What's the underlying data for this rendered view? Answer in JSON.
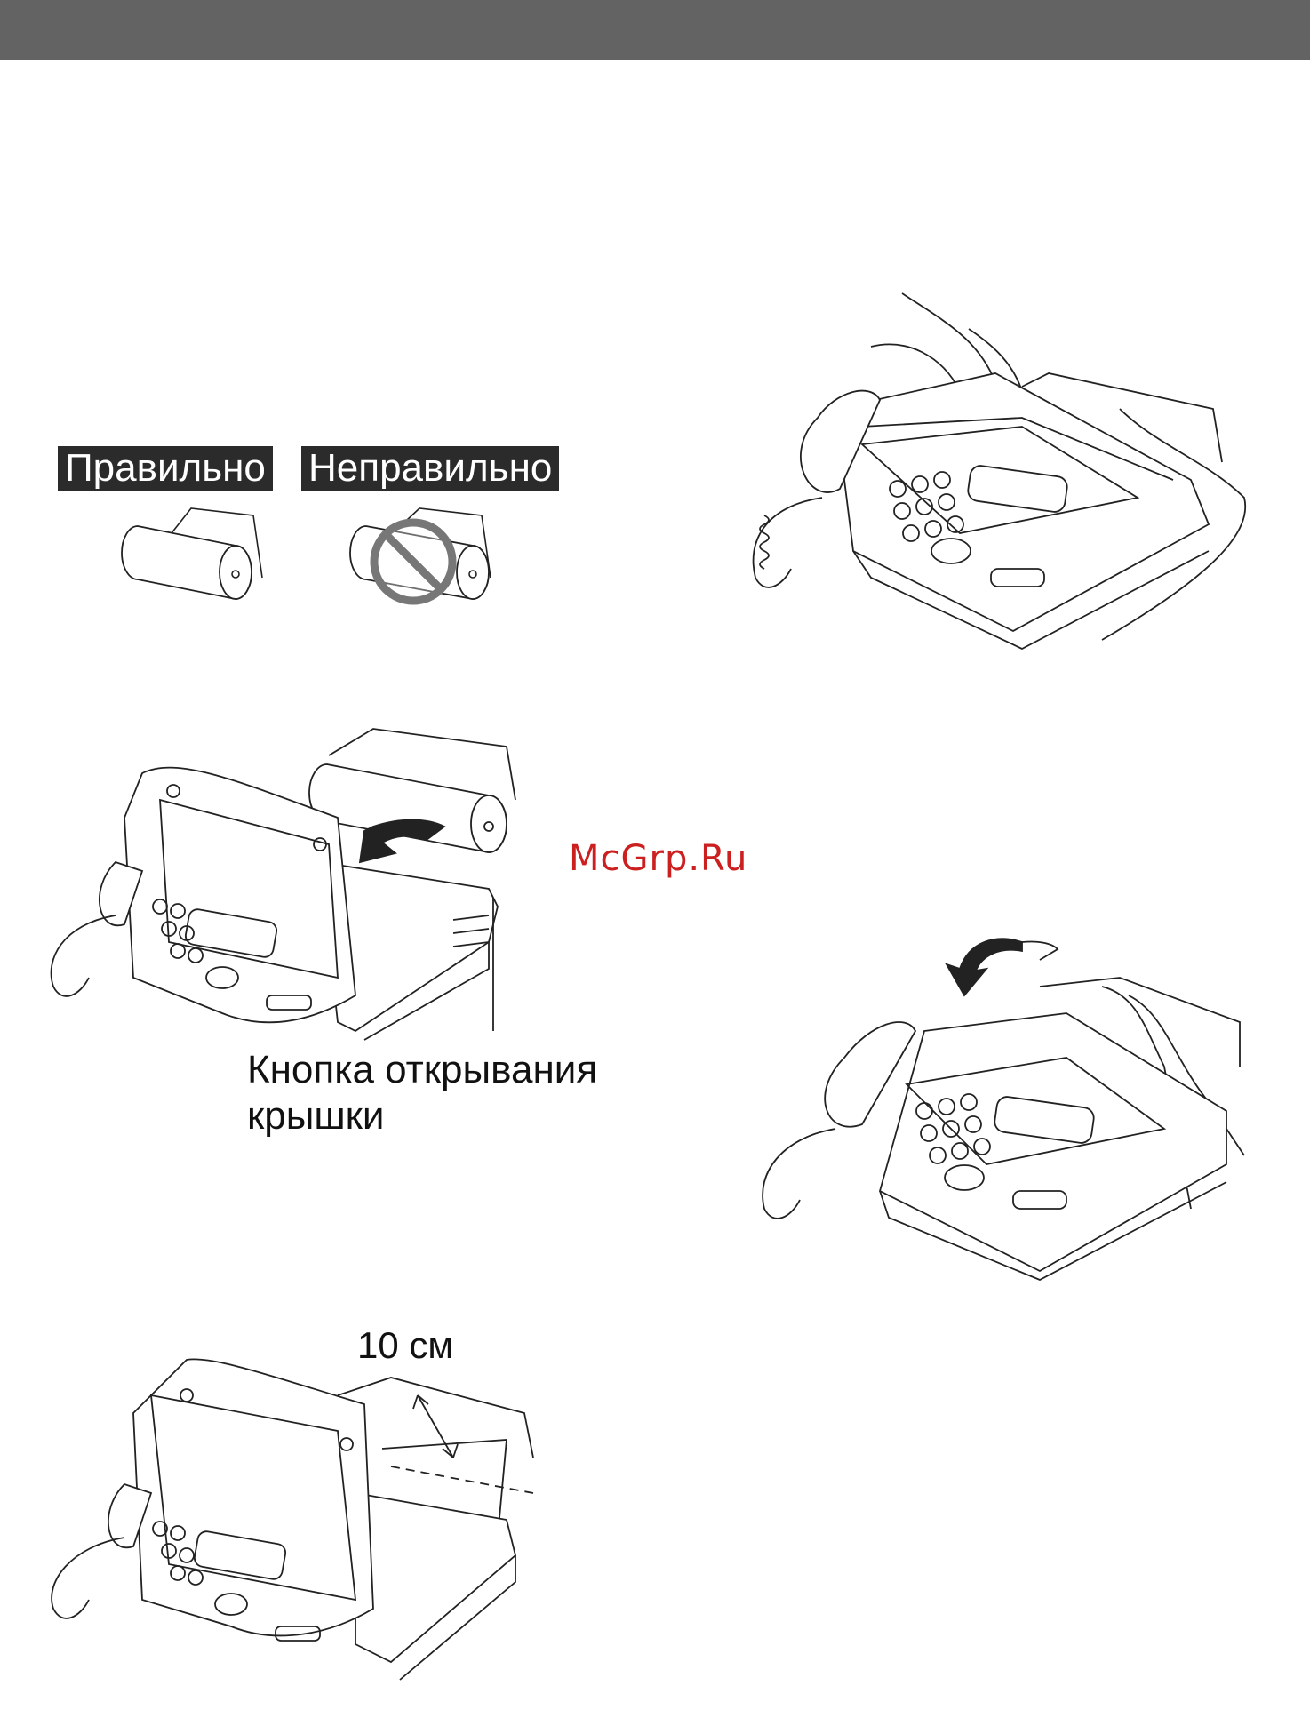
{
  "labels": {
    "correct": "Правильно",
    "incorrect": "Неправильно",
    "cover_button_line1": "Кнопка открывания",
    "cover_button_line2": "крышки",
    "measure": "10 см"
  },
  "watermark": "McGrp.Ru",
  "colors": {
    "header_bar": "#636363",
    "label_background": "#2b2b2b",
    "watermark": "#cc1f1f",
    "prohibition_sign": "#777777"
  },
  "icons": [
    "prohibited-icon",
    "arrow-icon"
  ]
}
